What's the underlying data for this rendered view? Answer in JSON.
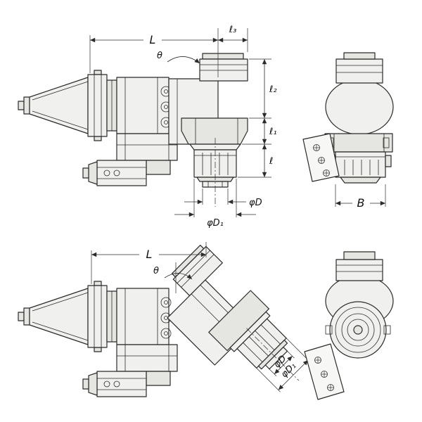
{
  "page": {
    "background": "#ffffff"
  },
  "drawing": {
    "colors": {
      "line": "#2b2b2b",
      "fill_light": "#f0f0ee",
      "fill_mid": "#e5e5e2",
      "background": "#ffffff"
    },
    "labels": {
      "top_side": {
        "L": "L",
        "l3": "ℓ₃",
        "theta": "θ",
        "l2": "ℓ₂",
        "l1": "ℓ₁",
        "l": "ℓ",
        "phi_d": "φD",
        "phi_d1": "φD₁"
      },
      "top_front": {
        "B": "B"
      },
      "bottom_side": {
        "L": "L",
        "theta": "θ",
        "phi_d": "φD",
        "phi_d1": "φD₁"
      }
    }
  }
}
